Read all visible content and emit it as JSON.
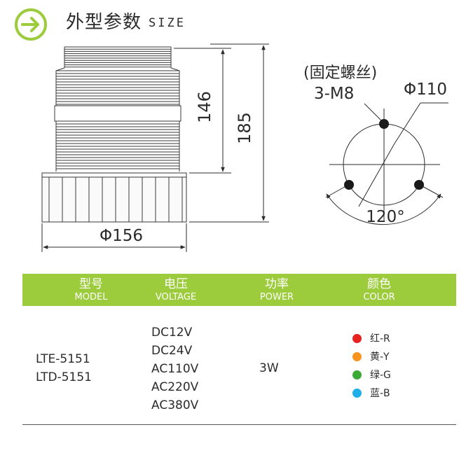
{
  "header": {
    "title": "外型参数",
    "subtitle": "SIZE",
    "icon": "arrow-right-circle-icon",
    "accent_color": "#9ccc3c"
  },
  "drawing": {
    "dims": {
      "height_inner": "146",
      "height_total": "185",
      "diameter_base": "Φ156"
    },
    "mount": {
      "note": "(固定螺丝)",
      "screws": "3-M8",
      "bolt_circle": "Φ110",
      "angle": "120°"
    }
  },
  "table": {
    "columns": [
      {
        "zh": "型号",
        "en": "MODEL"
      },
      {
        "zh": "电压",
        "en": "VOLTAGE"
      },
      {
        "zh": "功率",
        "en": "POWER"
      },
      {
        "zh": "颜色",
        "en": "COLOR"
      }
    ],
    "models": [
      "LTE-5151",
      "LTD-5151"
    ],
    "voltages": [
      "DC12V",
      "DC24V",
      "AC110V",
      "AC220V",
      "AC380V"
    ],
    "power": "3W",
    "colors": [
      {
        "label": "红-R",
        "hex": "#e8231f"
      },
      {
        "label": "黄-Y",
        "hex": "#f7941d"
      },
      {
        "label": "绿-G",
        "hex": "#3aa935"
      },
      {
        "label": "蓝-B",
        "hex": "#1eaee8"
      }
    ]
  }
}
